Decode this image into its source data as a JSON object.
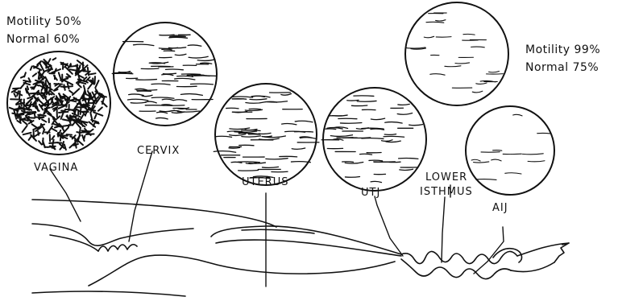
{
  "stats": {
    "left": {
      "motility": "Motility 50%",
      "normal": "Normal 60%"
    },
    "right": {
      "motility": "Motility 99%",
      "normal": "Normal 75%"
    }
  },
  "regions": [
    {
      "key": "vagina",
      "label": "VAGINA",
      "pattern": "dense"
    },
    {
      "key": "cervix",
      "label": "CERVIX",
      "pattern": "streaks"
    },
    {
      "key": "uterus",
      "label": "UTERUS",
      "pattern": "streaks"
    },
    {
      "key": "utj",
      "label": "UTJ",
      "pattern": "streaks"
    },
    {
      "key": "lower_isthmus",
      "label_line1": "LOWER",
      "label_line2": "ISTHMUS",
      "pattern": "sparse"
    },
    {
      "key": "aij",
      "label": "AIJ",
      "pattern": "sparse"
    }
  ]
}
